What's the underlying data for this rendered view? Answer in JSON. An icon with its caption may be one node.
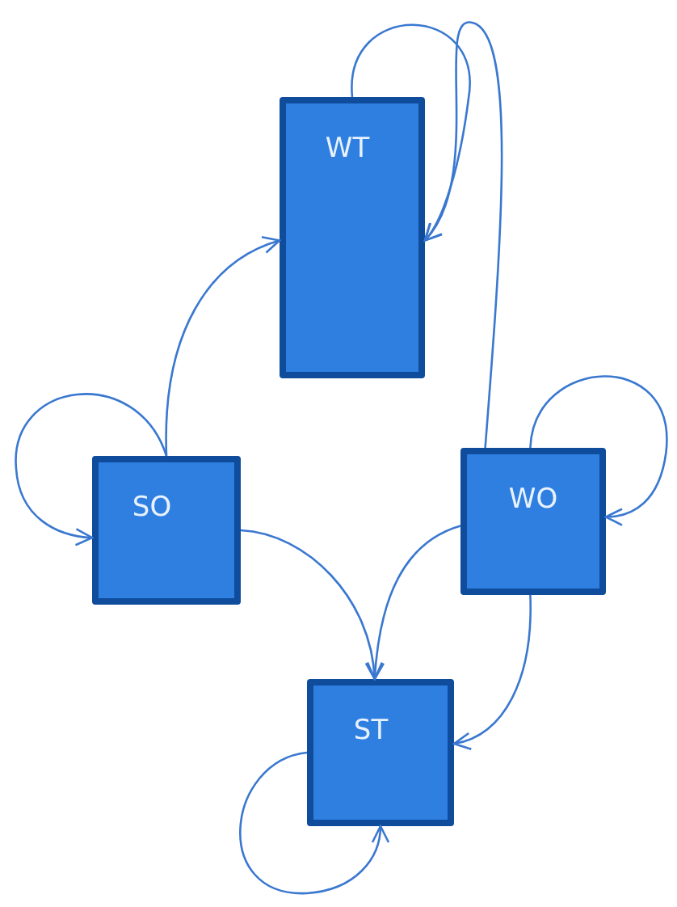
{
  "diagram": {
    "nodes": [
      {
        "text": [
          "WT"
        ]
      },
      {
        "text": [
          "SO"
        ]
      },
      {
        "text": [
          "WO"
        ]
      },
      {
        "text": [
          "ST"
        ]
      }
    ],
    "edges": [
      {
        "from": 0,
        "to": 0,
        "arrow": "to"
      },
      {
        "from": 2,
        "to": 0,
        "arrow": "to"
      },
      {
        "from": 1,
        "to": 0,
        "arrow": "to"
      },
      {
        "from": 1,
        "to": 1,
        "arrow": "to"
      },
      {
        "from": 1,
        "to": 3,
        "arrow": "to"
      },
      {
        "from": 2,
        "to": 3,
        "arrow": "to"
      },
      {
        "from": 2,
        "to": 3,
        "arrow": "to"
      },
      {
        "from": 2,
        "to": 2,
        "arrow": "to"
      },
      {
        "from": 3,
        "to": 3,
        "arrow": "to"
      }
    ]
  }
}
